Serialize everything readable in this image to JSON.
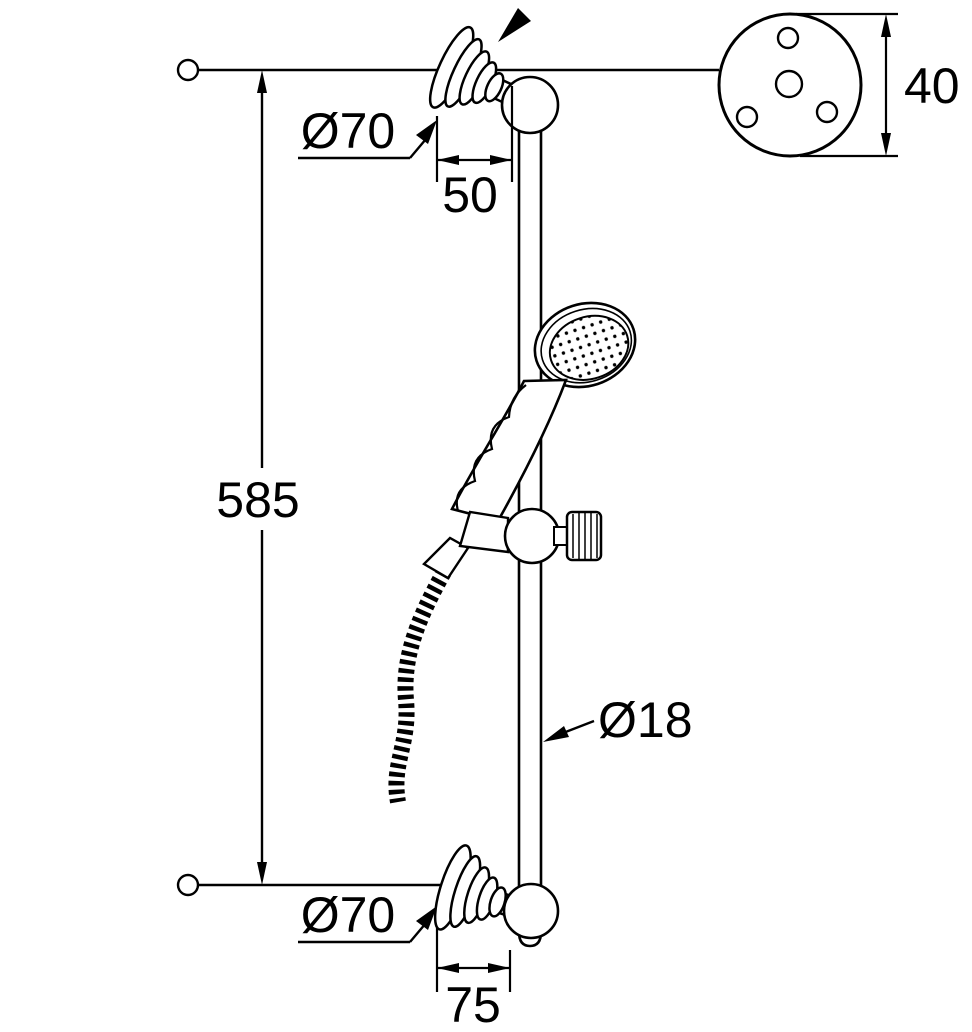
{
  "drawing": {
    "type": "technical-diagram",
    "subject": "shower-rail-set-dimension-drawing",
    "labels": {
      "rail_length": "585",
      "detail_height": "40",
      "top_offset": "50",
      "bottom_offset": "75",
      "top_flange_diameter": "Ø70",
      "bottom_flange_diameter": "Ø70",
      "rail_diameter": "Ø18"
    },
    "colors": {
      "line": "#000000",
      "background": "#ffffff"
    }
  }
}
